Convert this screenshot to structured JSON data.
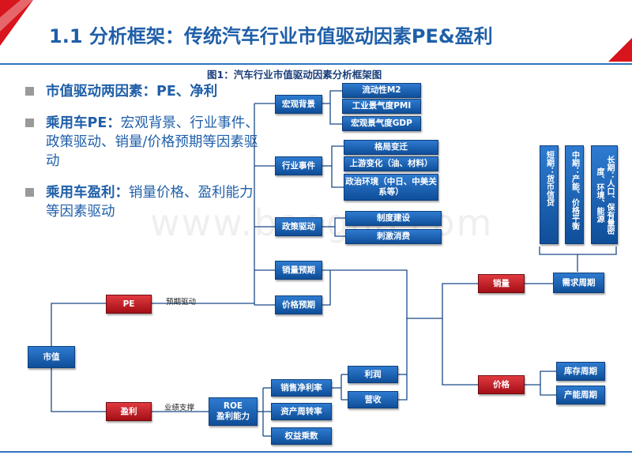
{
  "header": {
    "title": "1.1 分析框架：传统汽车行业市值驱动因素PE&盈利"
  },
  "figure": {
    "caption": "图1：汽车行业市值驱动因素分析框架图"
  },
  "bullets": [
    {
      "highlight": "市值驱动两因素：PE、净利",
      "text": ""
    },
    {
      "highlight": "乘用车PE：",
      "text": "宏观背景、行业事件、政策驱动、销量/价格预期等因素驱动"
    },
    {
      "highlight": "乘用车盈利：",
      "text": "销量价格、盈利能力等因素驱动"
    }
  ],
  "diagram": {
    "market_cap": "市值",
    "pe": "PE",
    "profit": "盈利",
    "label_expectation": "预期驱动",
    "label_performance": "业绩支撑",
    "macro": "宏观背景",
    "macro_items": [
      "流动性M2",
      "工业景气度PMI",
      "宏观景气度GDP"
    ],
    "industry": "行业事件",
    "industry_items": [
      "格局变迁",
      "上游变化（油、材料）",
      "政治环境（中日、中美关系等）"
    ],
    "policy": "政策驱动",
    "policy_items": [
      "制度建设",
      "刺激消费"
    ],
    "sales_expectation": "销量预期",
    "price_expectation": "价格预期",
    "roe": "ROE\n盈利能力",
    "net_margin": "销售净利率",
    "asset_turnover": "资产周转率",
    "equity_multiplier": "权益乘数",
    "profit_item": "利润",
    "revenue": "营收",
    "sales": "销量",
    "price": "价格",
    "demand_cycle": "需求周期",
    "inventory_cycle": "库存周期",
    "capacity_cycle": "产能周期",
    "cycles": [
      "短期：货币信贷",
      "中期：产能、价格平衡",
      "长期：人口、保有量密度、环境、能源"
    ]
  },
  "watermark": "www.baogao.com"
}
